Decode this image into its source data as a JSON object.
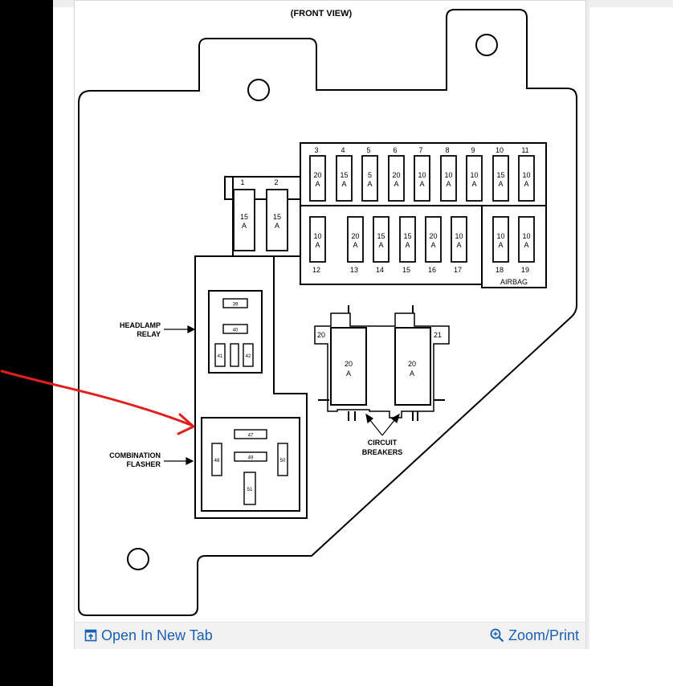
{
  "diagram": {
    "view_label": "(FRONT VIEW)",
    "fuses": [
      {
        "num": "1",
        "amp": "15"
      },
      {
        "num": "2",
        "amp": "15"
      },
      {
        "num": "3",
        "amp": "20"
      },
      {
        "num": "4",
        "amp": "15"
      },
      {
        "num": "5",
        "amp": "5"
      },
      {
        "num": "6",
        "amp": "20"
      },
      {
        "num": "7",
        "amp": "10"
      },
      {
        "num": "8",
        "amp": "10"
      },
      {
        "num": "9",
        "amp": "10"
      },
      {
        "num": "10",
        "amp": "15"
      },
      {
        "num": "11",
        "amp": "10"
      },
      {
        "num": "12",
        "amp": "10"
      },
      {
        "num": "13",
        "amp": "20"
      },
      {
        "num": "14",
        "amp": "15"
      },
      {
        "num": "15",
        "amp": "15"
      },
      {
        "num": "16",
        "amp": "20"
      },
      {
        "num": "17",
        "amp": "10"
      },
      {
        "num": "18",
        "amp": "10"
      },
      {
        "num": "19",
        "amp": "10"
      }
    ],
    "amp_unit": "A",
    "airbag_label": "AIRBAG",
    "breakers": [
      {
        "num": "20",
        "amp": "20"
      },
      {
        "num": "21",
        "amp": "20"
      }
    ],
    "breaker_label": [
      "CIRCUIT",
      "BREAKERS"
    ],
    "headlamp_label": [
      "HEADLAMP",
      "RELAY"
    ],
    "headlamp_pins": [
      "39",
      "40",
      "41",
      "42"
    ],
    "flasher_label": [
      "COMBINATION",
      "FLASHER"
    ],
    "flasher_pins": [
      "47",
      "48",
      "49",
      "50",
      "51"
    ],
    "annotation_color": "#e0201c"
  },
  "toolbar": {
    "open_label": "Open In New Tab",
    "zoom_label": "Zoom/Print",
    "link_color": "#1a5fb4"
  }
}
